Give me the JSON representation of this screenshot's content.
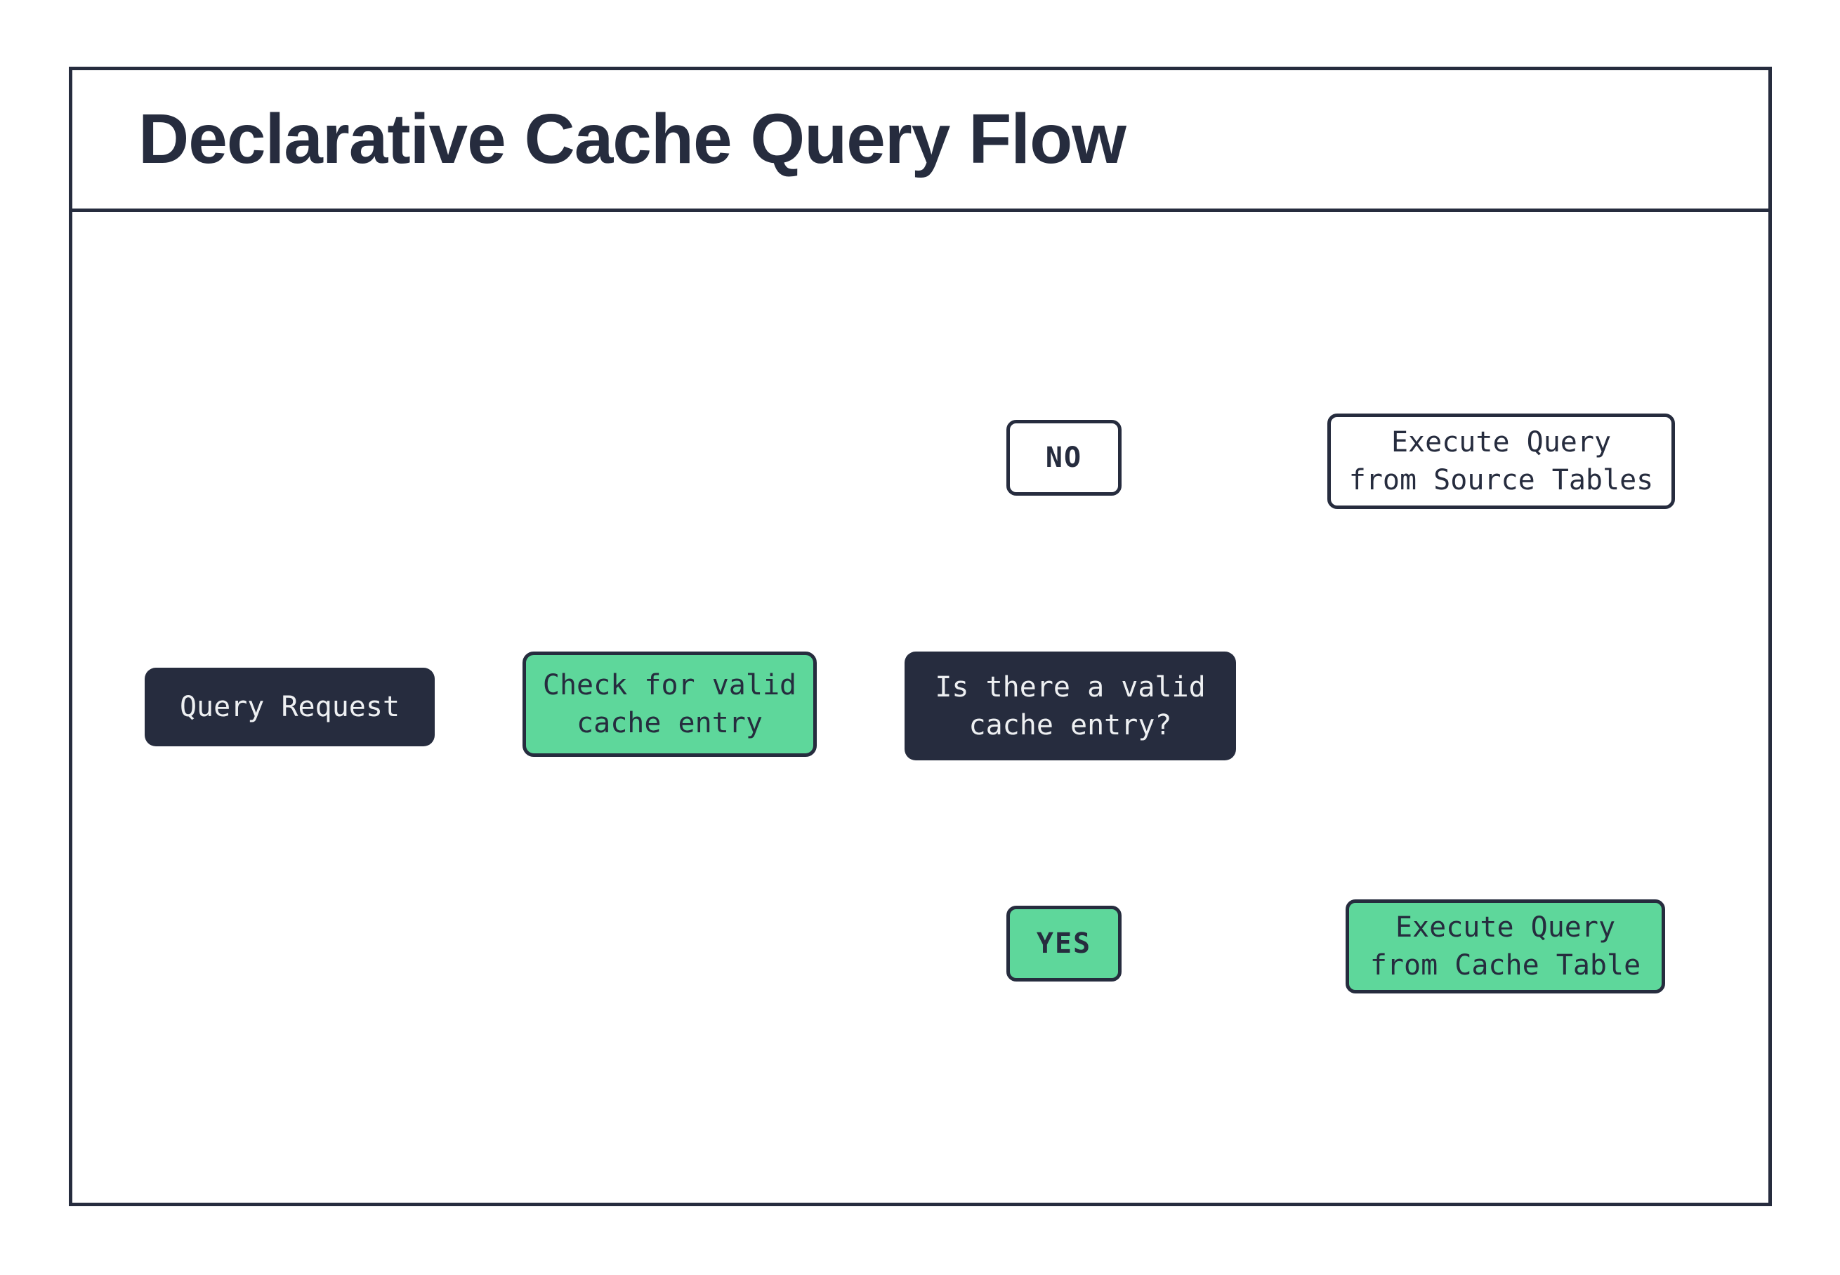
{
  "title": "Declarative Cache Query Flow",
  "nodes": {
    "query_request": {
      "label": "Query Request"
    },
    "check_cache": {
      "label": "Check for valid\ncache entry"
    },
    "decision": {
      "label": "Is there a valid\ncache entry?"
    },
    "branch_no": {
      "label": "NO"
    },
    "branch_yes": {
      "label": "YES"
    },
    "source_db": {
      "label": "Execute Query\nfrom Source Tables"
    },
    "cache_db": {
      "label": "Execute Query\nfrom Cache Table"
    }
  },
  "colors": {
    "navy": "#262c3e",
    "green": "#5ed79b",
    "light_text": "#eef0f2",
    "white": "#ffffff"
  }
}
